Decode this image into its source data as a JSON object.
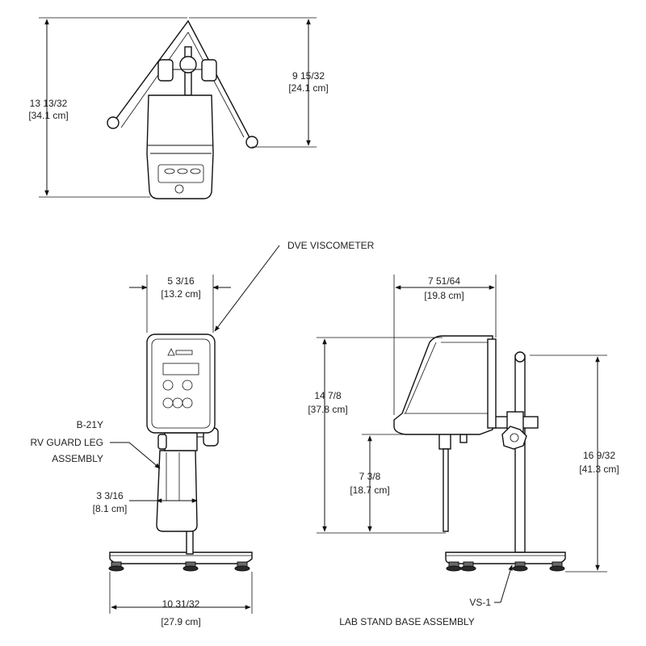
{
  "dimensions": {
    "top_total_height": [
      "13 13/32",
      "[34.1 cm]"
    ],
    "top_upper_height": [
      "9 15/32",
      "[24.1 cm]"
    ],
    "front_head_width": [
      "5 3/16",
      "[13.2 cm]"
    ],
    "front_guard_width": [
      "3 3/16",
      "[8.1 cm]"
    ],
    "front_base_width": [
      "10 31/32",
      "[27.9 cm]"
    ],
    "side_head_depth": [
      "7 51/64",
      "[19.8 cm]"
    ],
    "side_head_height": [
      "14 7/8",
      "[37.8 cm]"
    ],
    "side_lower_height": [
      "7 3/8",
      "[18.7 cm]"
    ],
    "side_total_height": [
      "16 9/32",
      "[41.3 cm]"
    ]
  },
  "labels": {
    "viscometer": "DVE VISCOMETER",
    "guard_leg": [
      "B-21Y",
      "RV GUARD LEG",
      "ASSEMBLY"
    ],
    "stand_code": "VS-1",
    "stand_name": "LAB STAND BASE ASSEMBLY"
  }
}
